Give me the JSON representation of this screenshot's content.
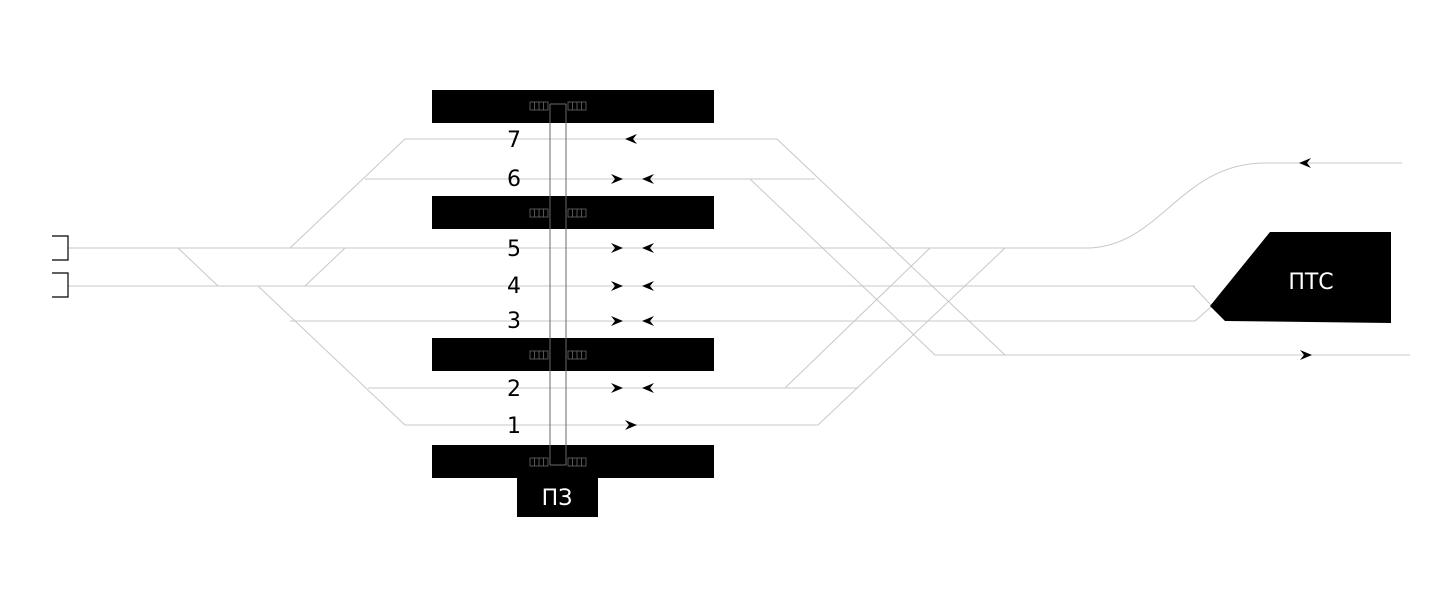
{
  "tracks": [
    {
      "number": "7",
      "arrows": "in"
    },
    {
      "number": "6",
      "arrows": "both"
    },
    {
      "number": "5",
      "arrows": "both"
    },
    {
      "number": "4",
      "arrows": "both"
    },
    {
      "number": "3",
      "arrows": "both"
    },
    {
      "number": "2",
      "arrows": "both"
    },
    {
      "number": "1",
      "arrows": "out"
    }
  ],
  "station_building": {
    "label": "ПЗ"
  },
  "depot": {
    "label": "ПТС"
  },
  "colors": {
    "track": "#c8c8c8",
    "platform": "#000000",
    "bridge": "#6a6a6a"
  }
}
